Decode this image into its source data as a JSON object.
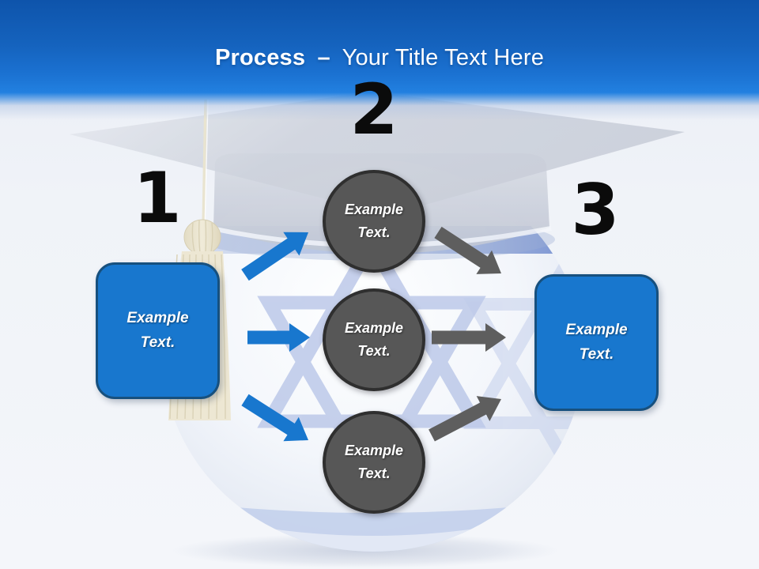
{
  "slide_title": {
    "emphasis": "Process",
    "separator": "–",
    "rest": "Your Title Text Here"
  },
  "steps": [
    {
      "number": "1",
      "label": "Example Text."
    },
    {
      "number": "2",
      "labels": [
        "Example Text.",
        "Example Text.",
        "Example Text."
      ]
    },
    {
      "number": "3",
      "label": "Example Text."
    }
  ],
  "icons": {
    "background_left": "graduation-cap-with-tassel",
    "background_center": "globe-sphere-with-star-of-david-flag"
  },
  "colors": {
    "accent_blue": "#1877CE",
    "box_border": "#17507E",
    "circle_fill": "#575757",
    "circle_border": "#2F2F2F",
    "arrow_gray": "#5E5E5E",
    "number_black": "#0B0B0B",
    "title_white": "#FFFFFF",
    "header_top": "#0E54AB",
    "header_bottom": "#2280E0",
    "flag_blue": "#B9C6E8"
  }
}
